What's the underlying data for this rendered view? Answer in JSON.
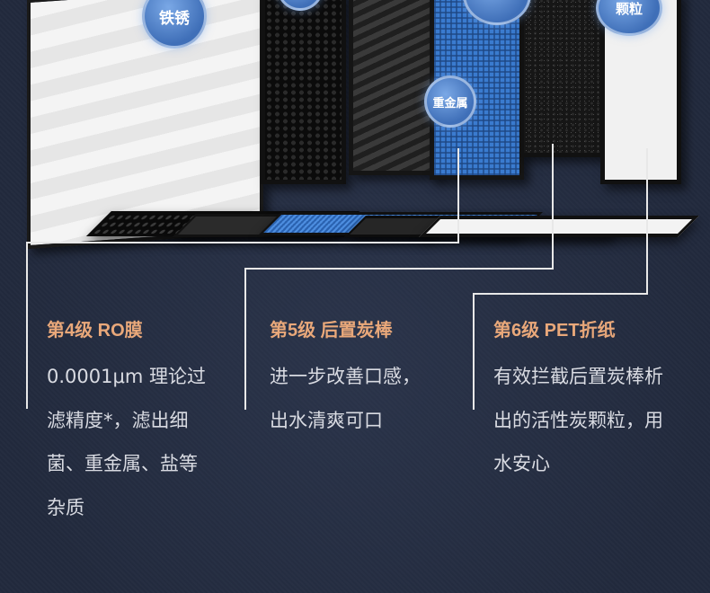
{
  "badges": {
    "rust": "铁锈",
    "heavy_metal": "重金属",
    "grain": "颗粒"
  },
  "stages": [
    {
      "title": "第4级 RO膜",
      "desc_lines": [
        "0.0001μm 理论过",
        "滤精度*，滤出细",
        "菌、重金属、盐等",
        "杂质"
      ]
    },
    {
      "title": "第5级 后置炭棒",
      "desc_lines": [
        "进一步改善口感，",
        "出水清爽可口"
      ]
    },
    {
      "title": "第6级 PET折纸",
      "desc_lines": [
        "有效拦截后置炭棒析",
        "出的活性炭颗粒，用",
        "水安心"
      ]
    }
  ]
}
